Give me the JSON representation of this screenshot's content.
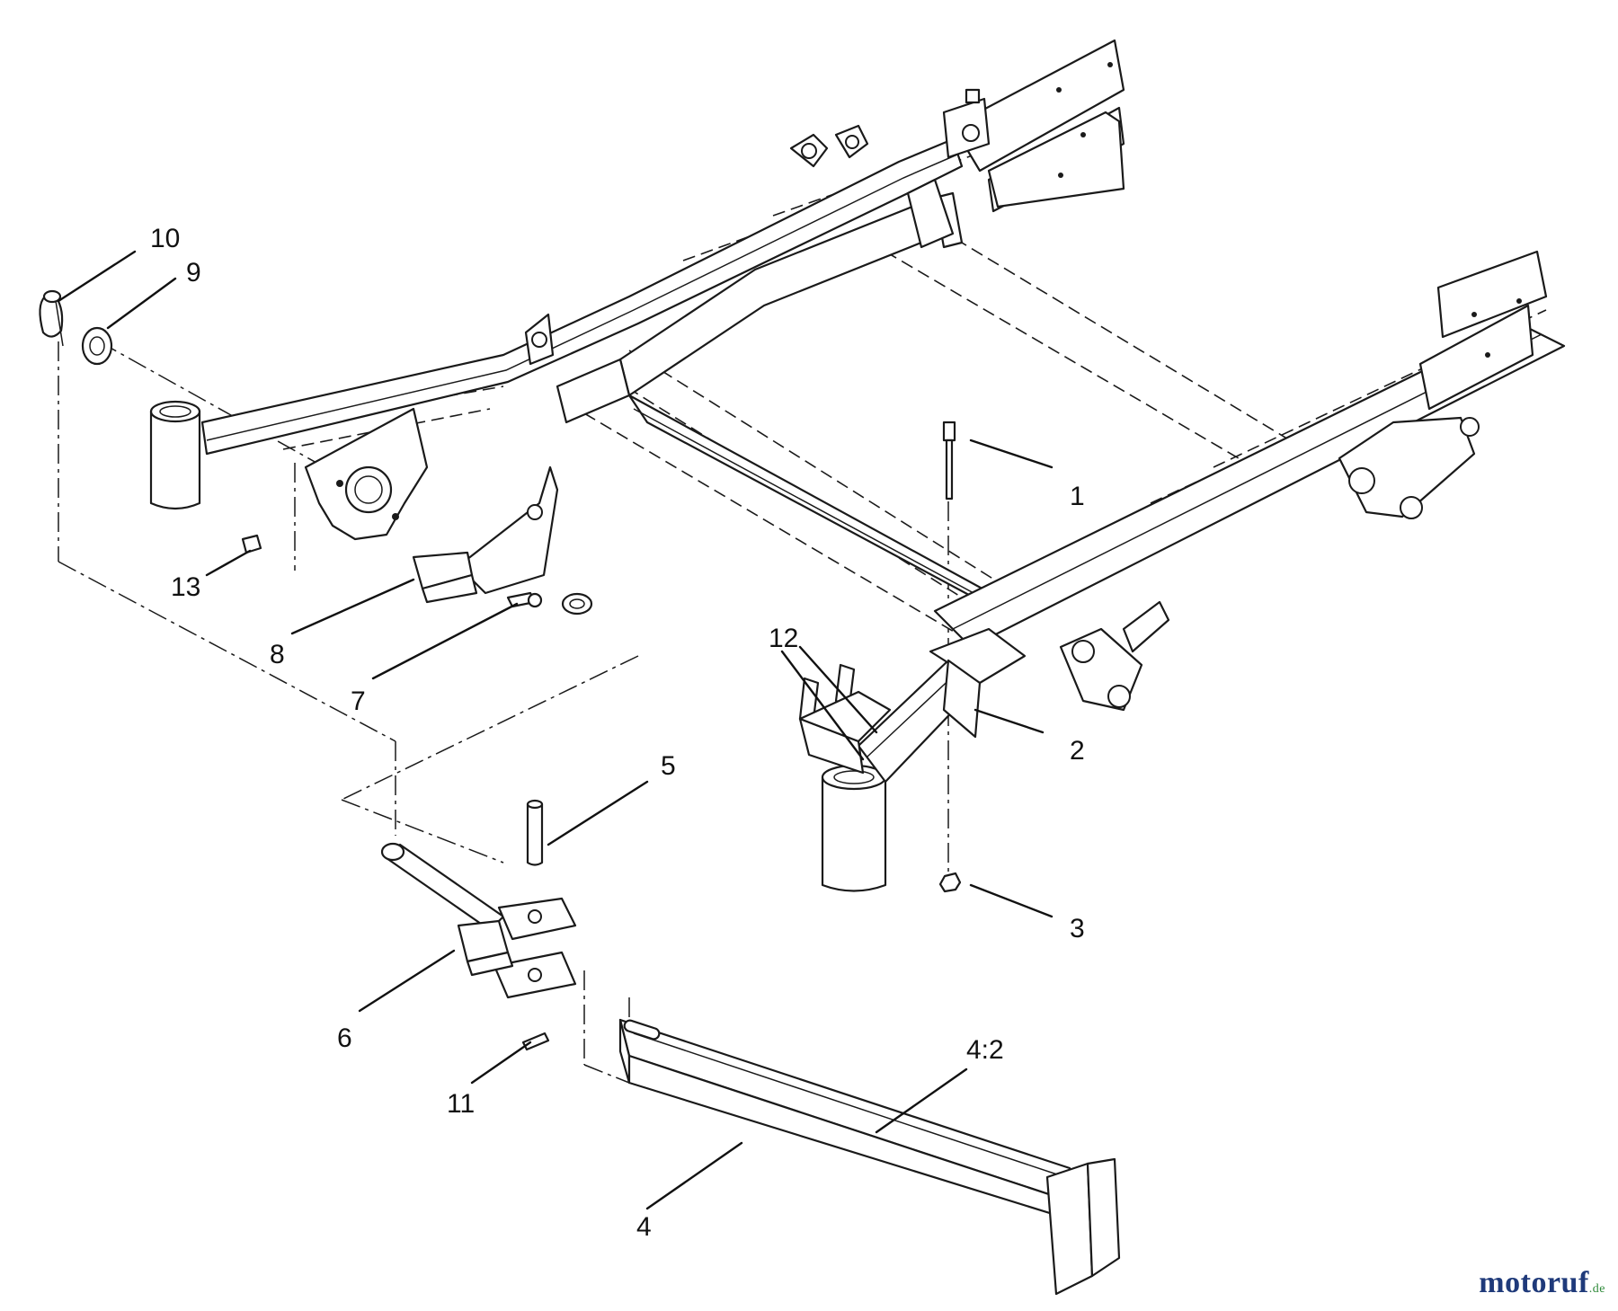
{
  "diagram": {
    "callouts": [
      {
        "id": "c1",
        "text": "1"
      },
      {
        "id": "c2",
        "text": "2"
      },
      {
        "id": "c3",
        "text": "3"
      },
      {
        "id": "c4",
        "text": "4"
      },
      {
        "id": "c4b",
        "text": "4:2"
      },
      {
        "id": "c5",
        "text": "5"
      },
      {
        "id": "c6",
        "text": "6"
      },
      {
        "id": "c7",
        "text": "7"
      },
      {
        "id": "c8",
        "text": "8"
      },
      {
        "id": "c9",
        "text": "9"
      },
      {
        "id": "c10",
        "text": "10"
      },
      {
        "id": "c11",
        "text": "11"
      },
      {
        "id": "c12",
        "text": "12"
      },
      {
        "id": "c13",
        "text": "13"
      }
    ]
  },
  "watermark": {
    "part1": "moto",
    "part2": "ruf",
    "part3": ".de",
    "colors": {
      "text": "#1f3a7a",
      "domain": "#2f8a3a",
      "accent": "#e0a21b"
    }
  }
}
